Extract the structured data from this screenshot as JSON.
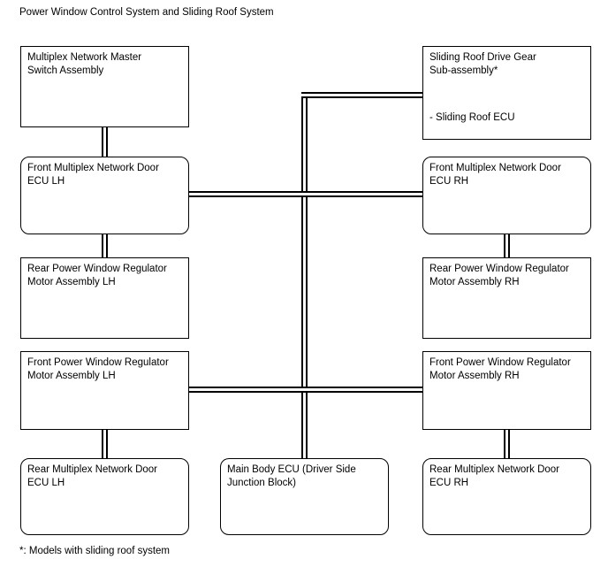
{
  "diagram": {
    "title": "Power Window Control System and Sliding Roof System",
    "footnote": "*: Models with sliding roof system",
    "line_color": "#000000",
    "background_color": "#ffffff"
  },
  "nodes": {
    "multiplex_network_master_switch": {
      "label": "Multiplex Network Master\nSwitch Assembly"
    },
    "front_multiplex_door_ecu_lh": {
      "label": "Front Multiplex Network Door\nECU LH"
    },
    "rear_power_window_regulator_lh": {
      "label": "Rear Power Window Regulator\nMotor Assembly LH"
    },
    "front_power_window_regulator_lh": {
      "label": "Front Power Window Regulator\nMotor Assembly LH"
    },
    "rear_multiplex_door_ecu_lh": {
      "label": "Rear Multiplex Network Door\nECU LH"
    },
    "sliding_roof_drive_gear": {
      "label": "Sliding Roof Drive Gear\nSub-assembly*",
      "sublabel": "- Sliding Roof ECU"
    },
    "front_multiplex_door_ecu_rh": {
      "label": "Front Multiplex Network Door\nECU RH"
    },
    "rear_power_window_regulator_rh": {
      "label": "Rear Power Window Regulator\nMotor Assembly RH"
    },
    "front_power_window_regulator_rh": {
      "label": "Front Power Window Regulator\nMotor Assembly RH"
    },
    "rear_multiplex_door_ecu_rh": {
      "label": "Rear Multiplex Network Door\nECU RH"
    },
    "main_body_ecu": {
      "label": "Main Body ECU (Driver Side\nJunction Block)"
    }
  }
}
